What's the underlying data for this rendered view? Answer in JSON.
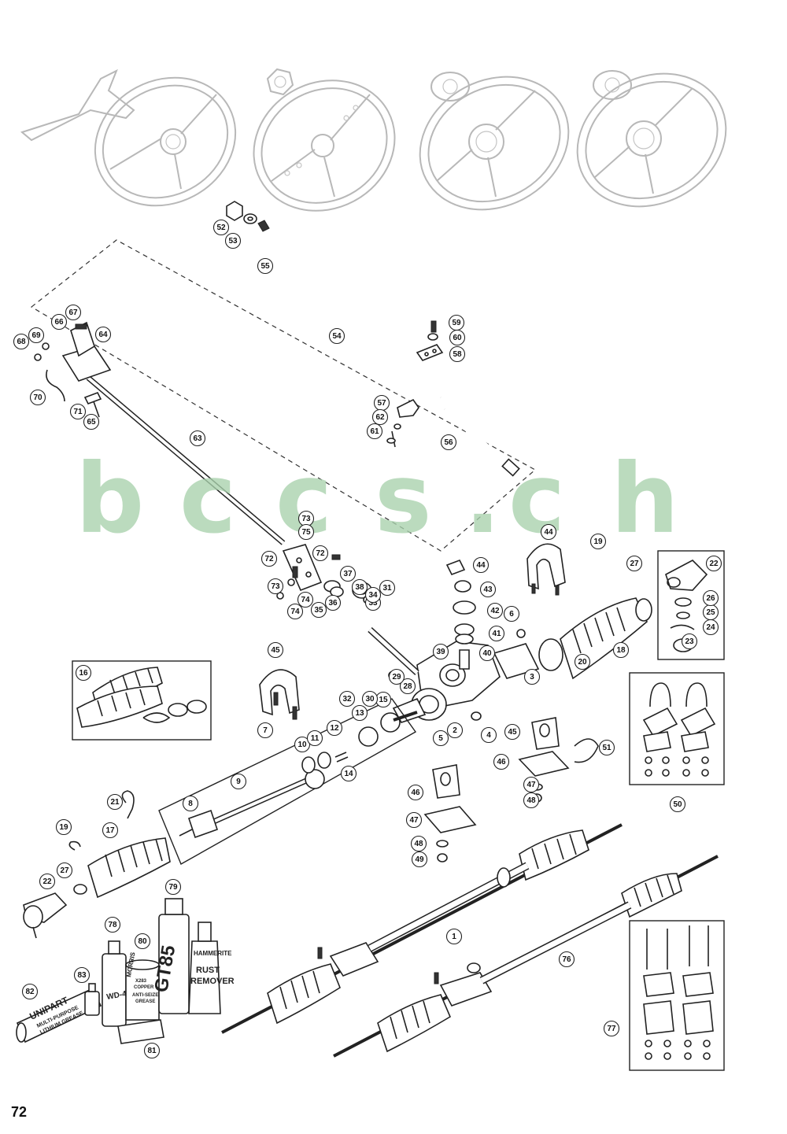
{
  "watermark": [
    "b",
    "c",
    "c",
    "s",
    ".",
    "c",
    "h"
  ],
  "page_number": "72",
  "product_labels": {
    "unipart": "UNIPART",
    "unipart_sub1": "MULTI-PURPOSE",
    "unipart_sub2": "LITHIUM GREASE",
    "wd40": "WD-40",
    "copper_grease1": "X283",
    "copper_grease2": "COPPER",
    "copper_grease3": "ANTI-SEIZE",
    "copper_grease4": "GREASE",
    "copper_brand": "MORRIS",
    "gt85": "GT85",
    "rust1": "RUST",
    "rust2": "REMOVER",
    "rust_brand": "HAMMERITE"
  },
  "callouts": [
    "1",
    "2",
    "3",
    "4",
    "5",
    "6",
    "7",
    "8",
    "9",
    "10",
    "11",
    "12",
    "13",
    "14",
    "15",
    "16",
    "17",
    "18",
    "19",
    "19",
    "20",
    "21",
    "22",
    "22",
    "23",
    "24",
    "25",
    "26",
    "27",
    "27",
    "28",
    "29",
    "30",
    "31",
    "32",
    "33",
    "34",
    "35",
    "36",
    "37",
    "38",
    "39",
    "40",
    "41",
    "42",
    "43",
    "44",
    "44",
    "45",
    "45",
    "46",
    "46",
    "47",
    "47",
    "48",
    "48",
    "49",
    "50",
    "51",
    "52",
    "53",
    "54",
    "55",
    "56",
    "57",
    "58",
    "59",
    "60",
    "61",
    "62",
    "63",
    "64",
    "65",
    "66",
    "67",
    "68",
    "69",
    "70",
    "71",
    "72",
    "72",
    "73",
    "73",
    "74",
    "74",
    "75",
    "76",
    "77",
    "78",
    "79",
    "80",
    "81",
    "82",
    "83"
  ]
}
